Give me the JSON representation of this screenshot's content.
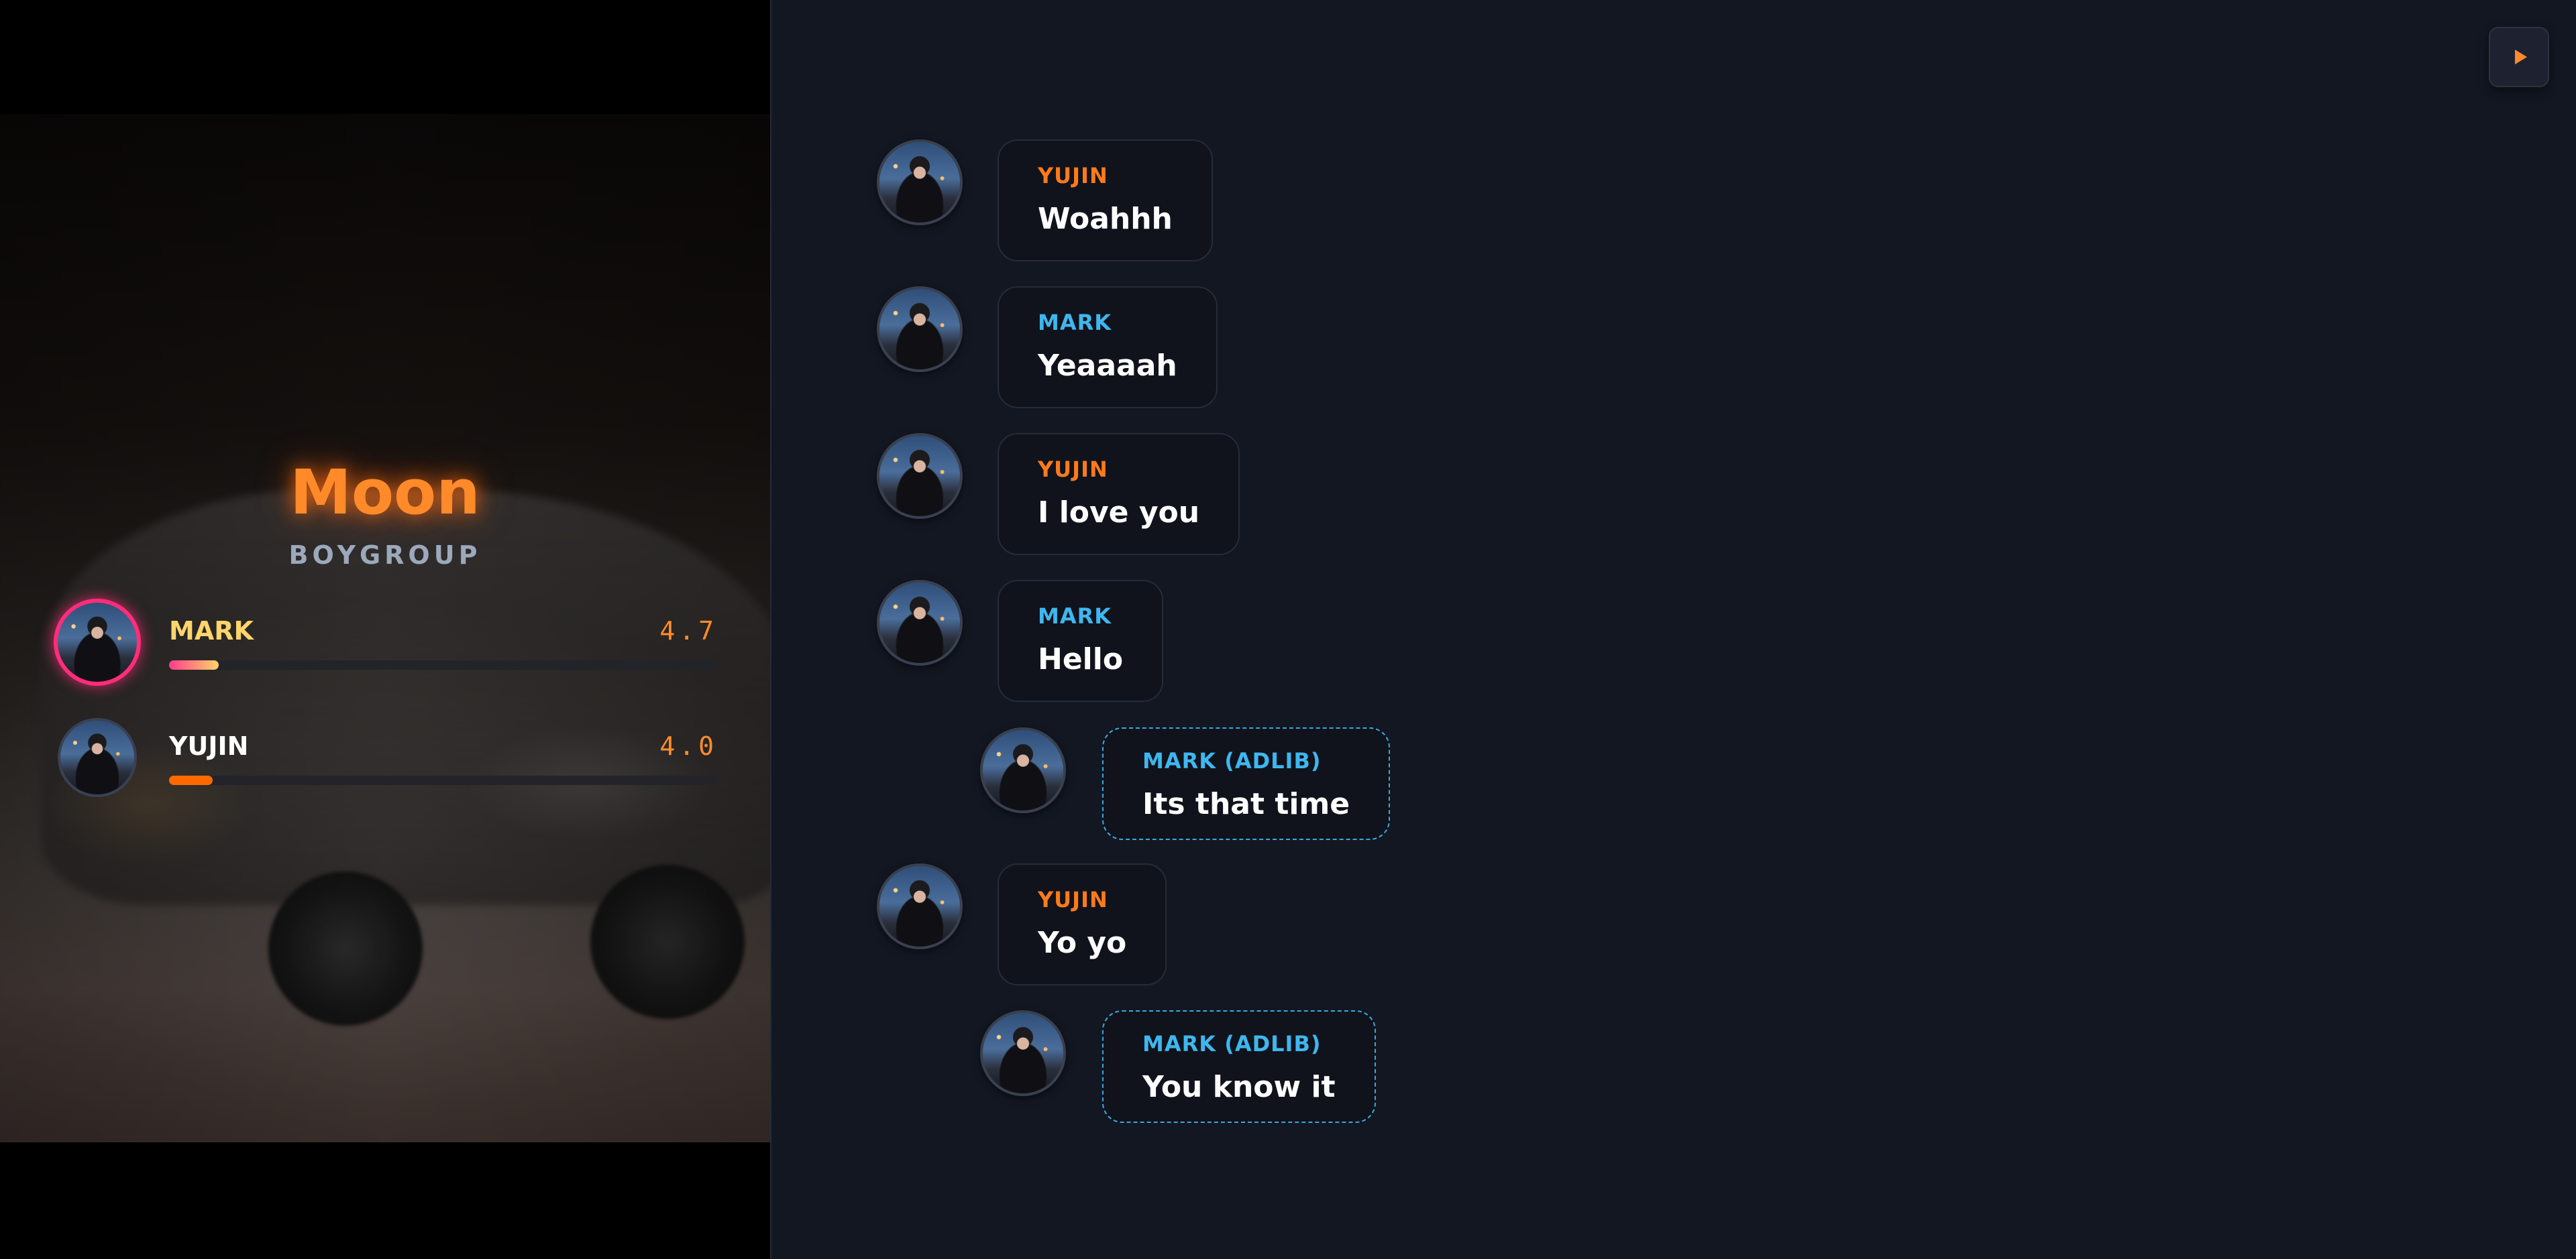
{
  "song": {
    "title": "Moon",
    "group": "BOYGROUP"
  },
  "singers": [
    {
      "name": "MARK",
      "score": "4.7",
      "progress": 0.09,
      "active": true
    },
    {
      "name": "YUJIN",
      "score": "4.0",
      "progress": 0.08,
      "active": false
    }
  ],
  "controls": {
    "play_icon": "play-icon"
  },
  "messages": [
    {
      "speaker": "YUJIN",
      "text": "Woahhh"
    },
    {
      "speaker": "MARK",
      "text": "Yeaaaah"
    },
    {
      "speaker": "YUJIN",
      "text": "I love you"
    },
    {
      "speaker": "MARK",
      "text": "Hello"
    },
    {
      "speaker": "MARK (ADLIB)",
      "text": "Its that time"
    },
    {
      "speaker": "YUJIN",
      "text": "Yo yo"
    },
    {
      "speaker": "MARK (ADLIB)",
      "text": "You know it"
    }
  ],
  "colors": {
    "accent_orange": "#ff8a2a",
    "yujin": "#ff7a1a",
    "mark": "#3fb6ef",
    "active_ring": "#ff2d7a",
    "background": "#131722"
  }
}
